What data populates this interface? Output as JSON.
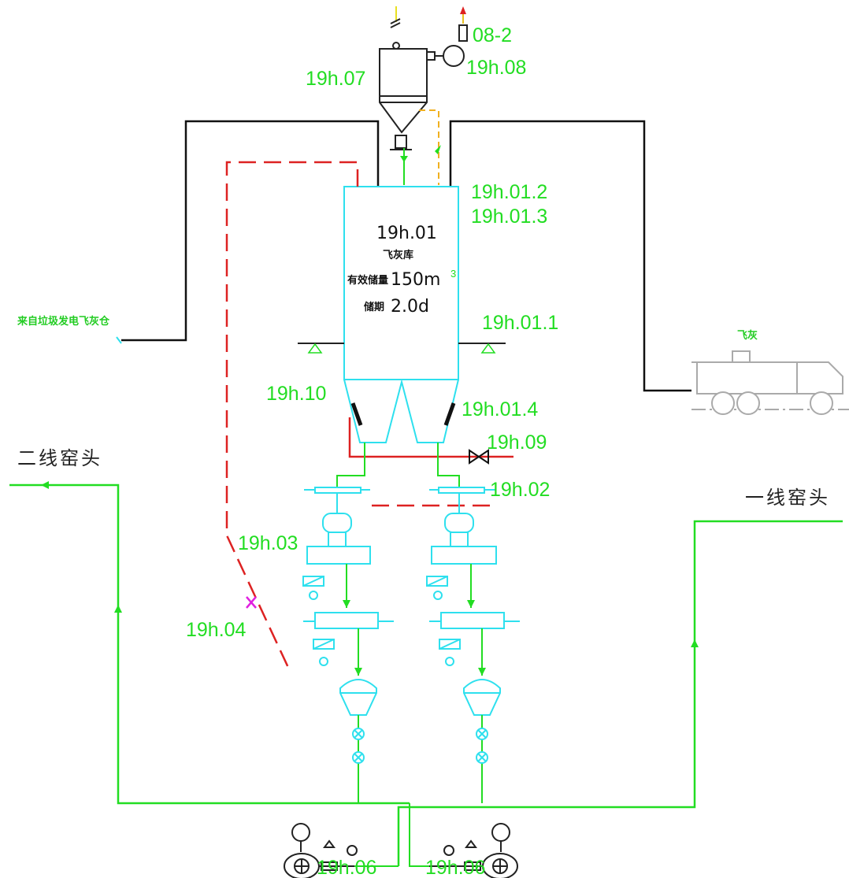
{
  "labels": {
    "silo": "19h.01",
    "silo_top_a": "19h.01.2",
    "silo_top_b": "19h.01.3",
    "silo_level": "19h.01.1",
    "silo_aerator": "19h.01.4",
    "feeder": "19h.02",
    "rotor_scale": "19h.03",
    "manual_valve": "19h.04",
    "blower_left": "19h.06",
    "blower_right": "19h.06",
    "dust_filter": "19h.07",
    "filter_fan": "19h.08",
    "red_valve": "19h.09",
    "aeration": "19h.10",
    "fan_motor": "08-2"
  },
  "silo_info": {
    "name": "飞灰库",
    "capacity_label": "有效储量",
    "capacity_value": "150m",
    "capacity_sup": "3",
    "storage_label": "储期",
    "storage_value": "2.0d"
  },
  "destinations": {
    "left_kiln": "二线窑头",
    "right_kiln": "一线窑头",
    "source": "来自垃圾发电飞灰仓",
    "truck": "飞灰"
  },
  "colors": {
    "process_line": "#22dd22",
    "equipment": "#2ee0ee",
    "pneumatic": "#111111",
    "aeration": "#dd2222",
    "dust": "#f0b020"
  }
}
